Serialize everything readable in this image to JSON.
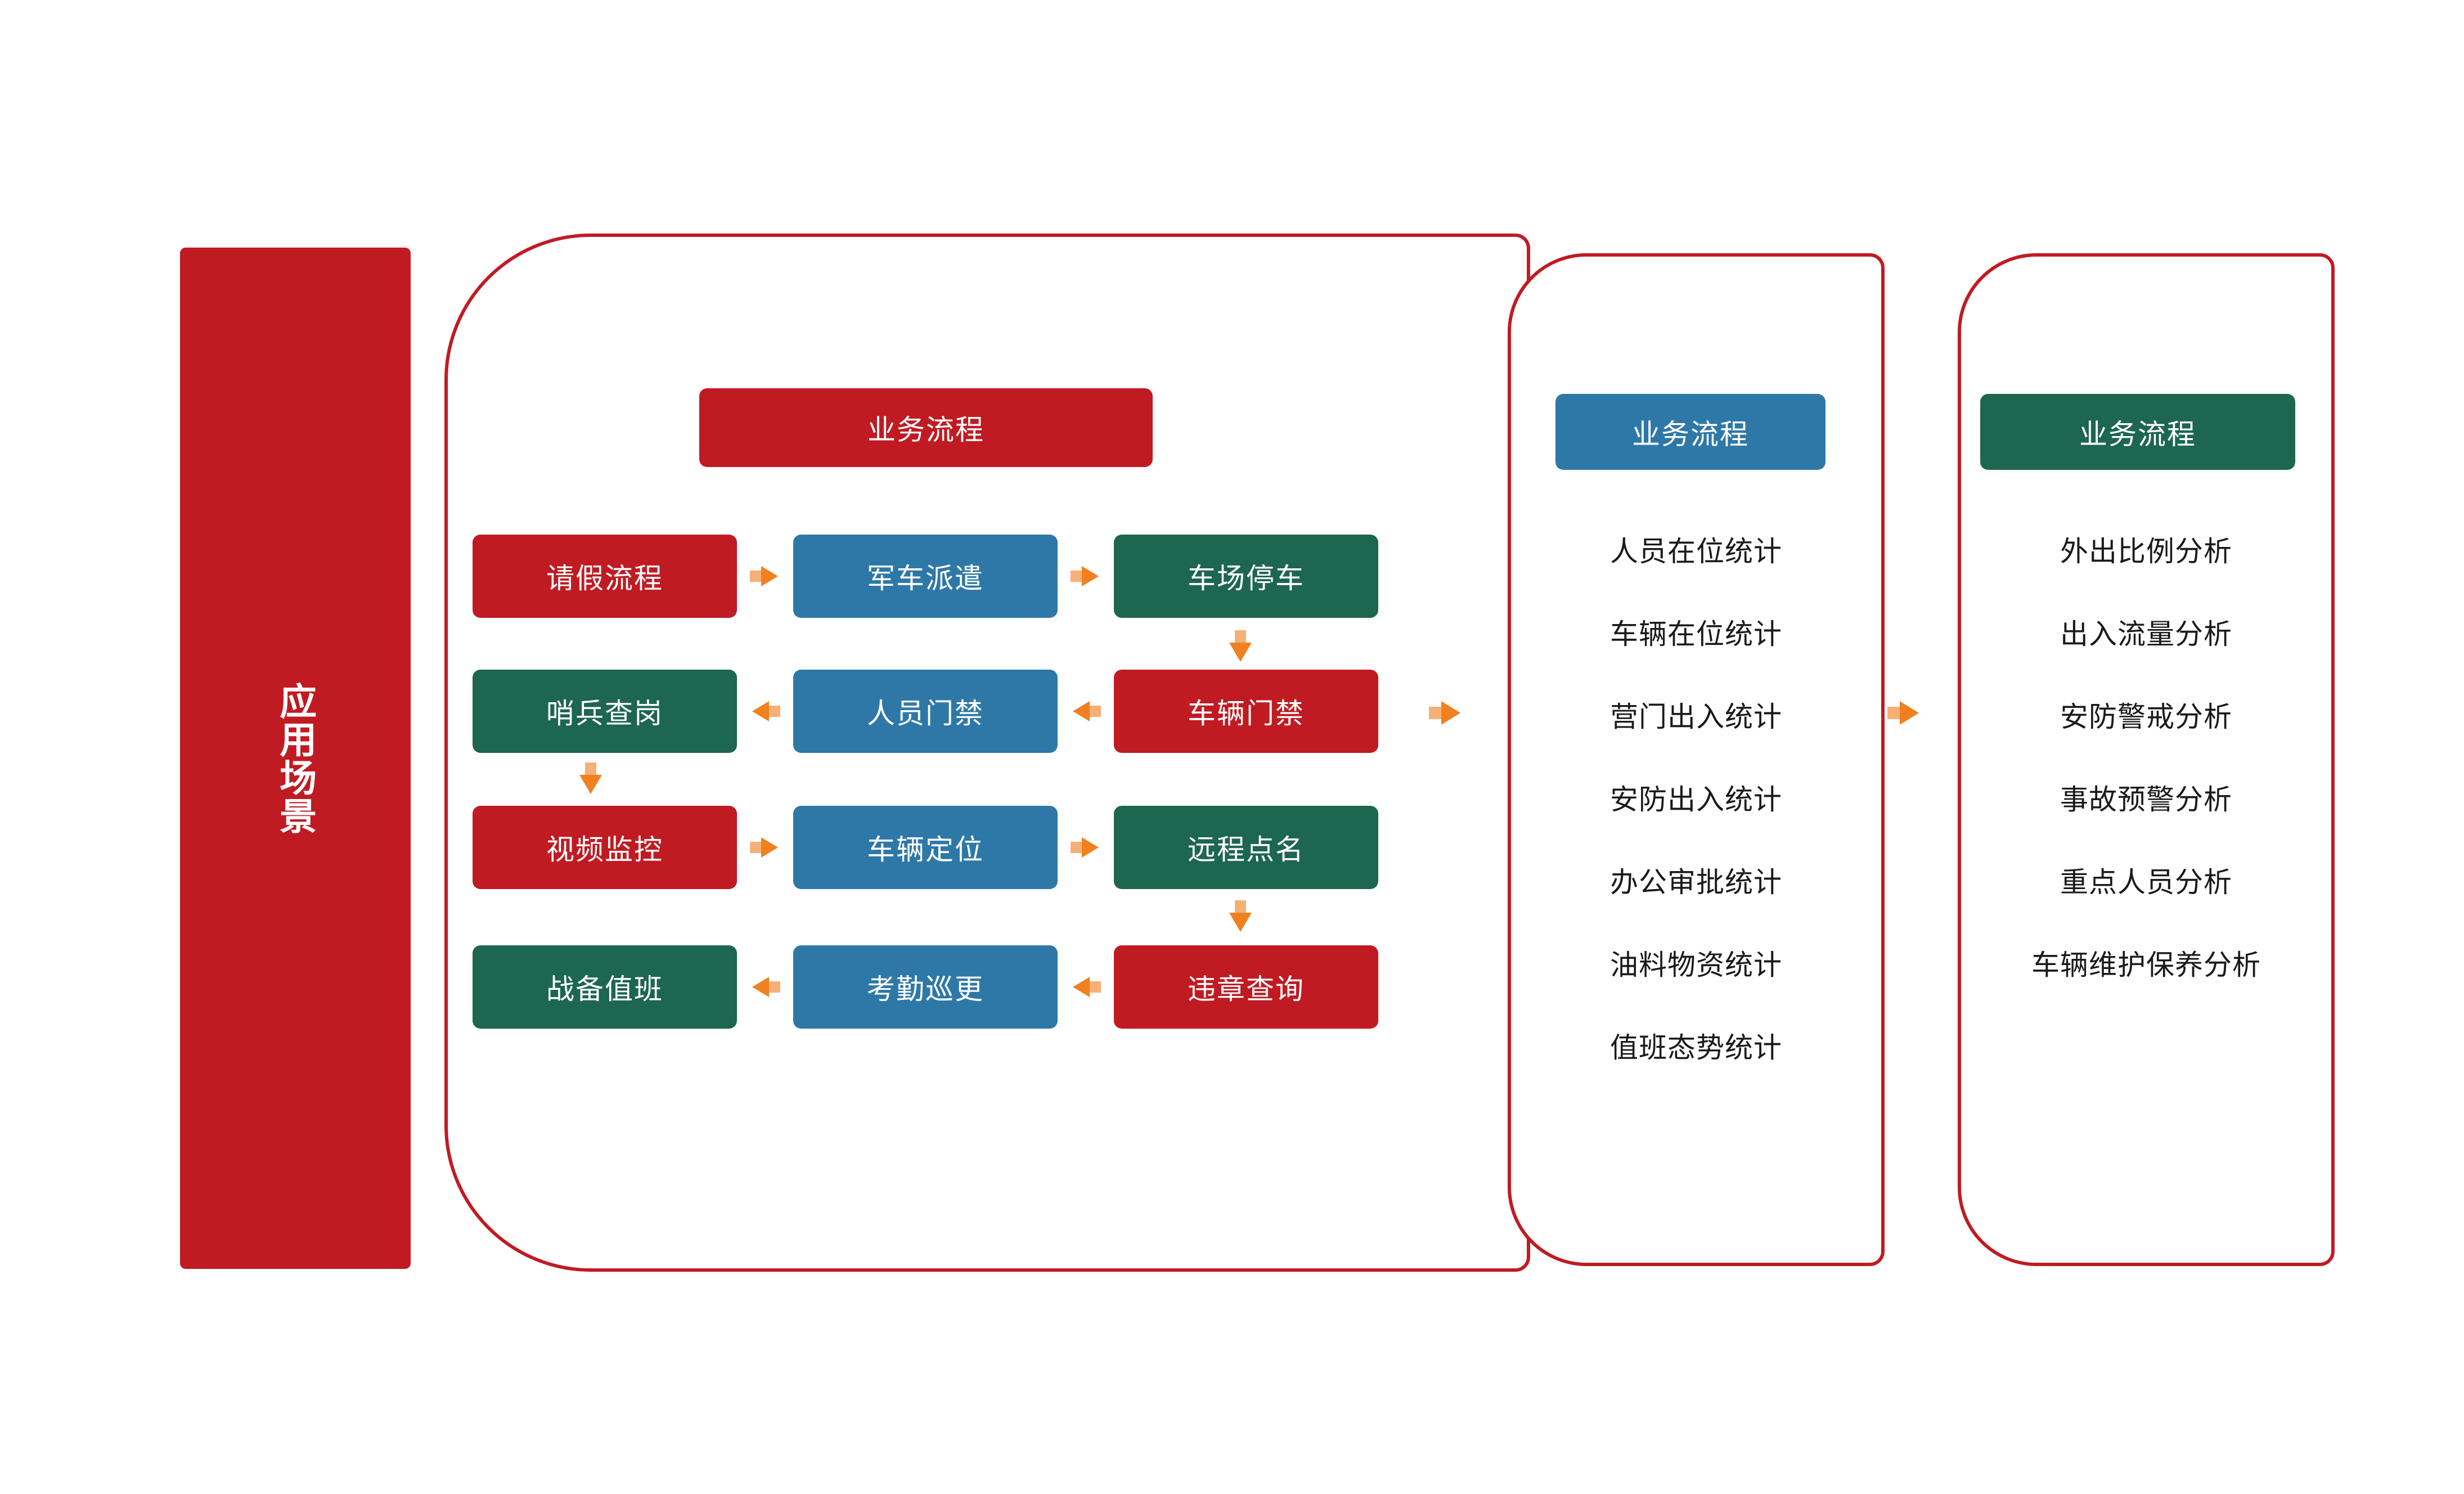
{
  "colors": {
    "red": "#c01b22",
    "blue": "#2e78a8",
    "green": "#1d6650",
    "arrow_orange": "#f08020",
    "panel_border": "#c01b22",
    "text_dark": "#1a1a1a"
  },
  "scenario_banner": {
    "label": "应用场景"
  },
  "flow_panel": {
    "header": "业务流程",
    "rows": [
      {
        "direction": "right",
        "boxes": [
          {
            "label": "请假流程",
            "color": "red"
          },
          {
            "label": "军车派遣",
            "color": "blue"
          },
          {
            "label": "车场停车",
            "color": "green"
          }
        ]
      },
      {
        "direction": "left",
        "boxes": [
          {
            "label": "哨兵查岗",
            "color": "green"
          },
          {
            "label": "人员门禁",
            "color": "blue"
          },
          {
            "label": "车辆门禁",
            "color": "red"
          }
        ]
      },
      {
        "direction": "right",
        "boxes": [
          {
            "label": "视频监控",
            "color": "red"
          },
          {
            "label": "车辆定位",
            "color": "blue"
          },
          {
            "label": "远程点名",
            "color": "green"
          }
        ]
      },
      {
        "direction": "left",
        "boxes": [
          {
            "label": "战备值班",
            "color": "green"
          },
          {
            "label": "考勤巡更",
            "color": "blue"
          },
          {
            "label": "违章查询",
            "color": "red"
          }
        ]
      }
    ]
  },
  "stats_panel": {
    "header": "业务流程",
    "items": [
      "人员在位统计",
      "车辆在位统计",
      "营门出入统计",
      "安防出入统计",
      "办公审批统计",
      "油料物资统计",
      "值班态势统计"
    ]
  },
  "analysis_panel": {
    "header": "业务流程",
    "items": [
      "外出比例分析",
      "出入流量分析",
      "安防警戒分析",
      "事故预警分析",
      "重点人员分析",
      "车辆维护保养分析"
    ]
  },
  "arrows": {
    "vertical_down_after_row1_col3": "down-arrow",
    "vertical_down_after_row2_col1": "down-arrow",
    "vertical_down_after_row3_col3": "down-arrow",
    "panel_connector_1": "right-arrow",
    "panel_connector_2": "right-arrow"
  }
}
